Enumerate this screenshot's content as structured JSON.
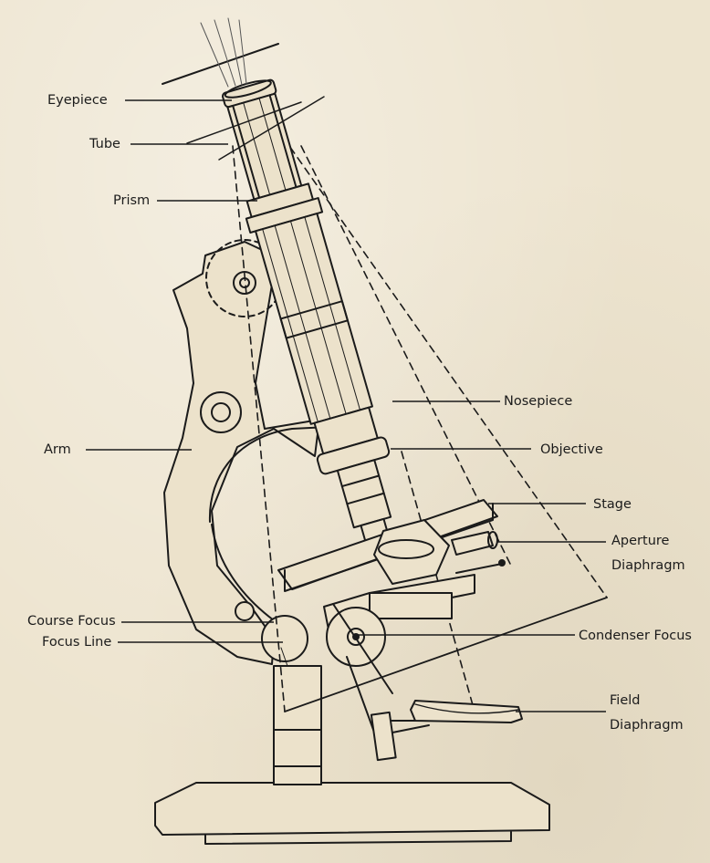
{
  "labels": {
    "eyepiece": "Eyepiece",
    "tube": "Tube",
    "prism": "Prism",
    "nosepiece": "Nosepiece",
    "objective": "Objective",
    "arm": "Arm",
    "stage": "Stage",
    "aperture_diaphragm": [
      "Aperture",
      "Diaphragm"
    ],
    "course_focus": "Course Focus",
    "focus_line": "Focus Line",
    "condenser_focus": "Condenser Focus",
    "field_diaphragm": [
      "Field",
      "Diaphragm"
    ]
  },
  "colors": {
    "paper": "#ede4cf",
    "ink": "#1b1b1b"
  }
}
